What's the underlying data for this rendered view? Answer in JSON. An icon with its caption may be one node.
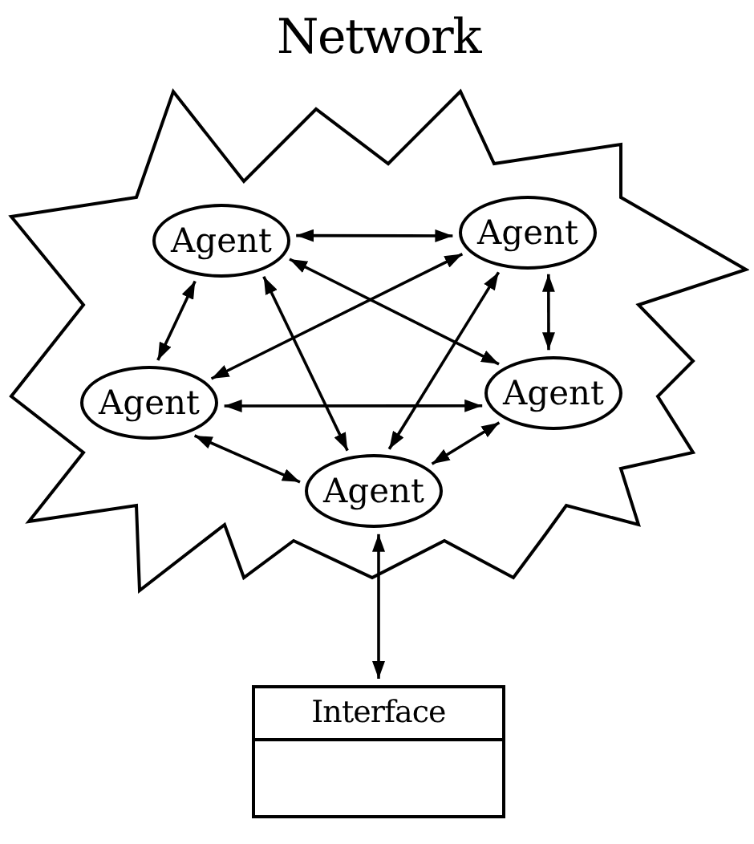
{
  "diagram": {
    "nodes": [
      {
        "text": [
          "Network"
        ]
      },
      {
        "text": [
          "Agent"
        ],
        "in": 0
      },
      {
        "text": [
          "Agent"
        ],
        "in": 0
      },
      {
        "text": [
          "Agent"
        ],
        "in": 0
      },
      {
        "text": [
          "Agent"
        ],
        "in": 0
      },
      {
        "text": [
          "Agent"
        ],
        "in": 0
      },
      {
        "text": [
          "Interface"
        ]
      },
      {
        "text": [],
        "shape": "box"
      }
    ],
    "edges": [
      {
        "from": 1,
        "to": 2,
        "arrow": "both"
      },
      {
        "from": 1,
        "to": 3,
        "arrow": "both"
      },
      {
        "from": 1,
        "to": 5,
        "arrow": "both"
      },
      {
        "from": 1,
        "to": 4,
        "arrow": "both"
      },
      {
        "from": 2,
        "to": 3,
        "arrow": "both"
      },
      {
        "from": 2,
        "to": 4,
        "arrow": "both"
      },
      {
        "from": 2,
        "to": 5,
        "arrow": "both"
      },
      {
        "from": 3,
        "to": 4,
        "arrow": "both"
      },
      {
        "from": 3,
        "to": 5,
        "arrow": "both"
      },
      {
        "from": 4,
        "to": 5,
        "arrow": "both"
      },
      {
        "from": 5,
        "to": 6,
        "arrow": "both"
      }
    ]
  }
}
